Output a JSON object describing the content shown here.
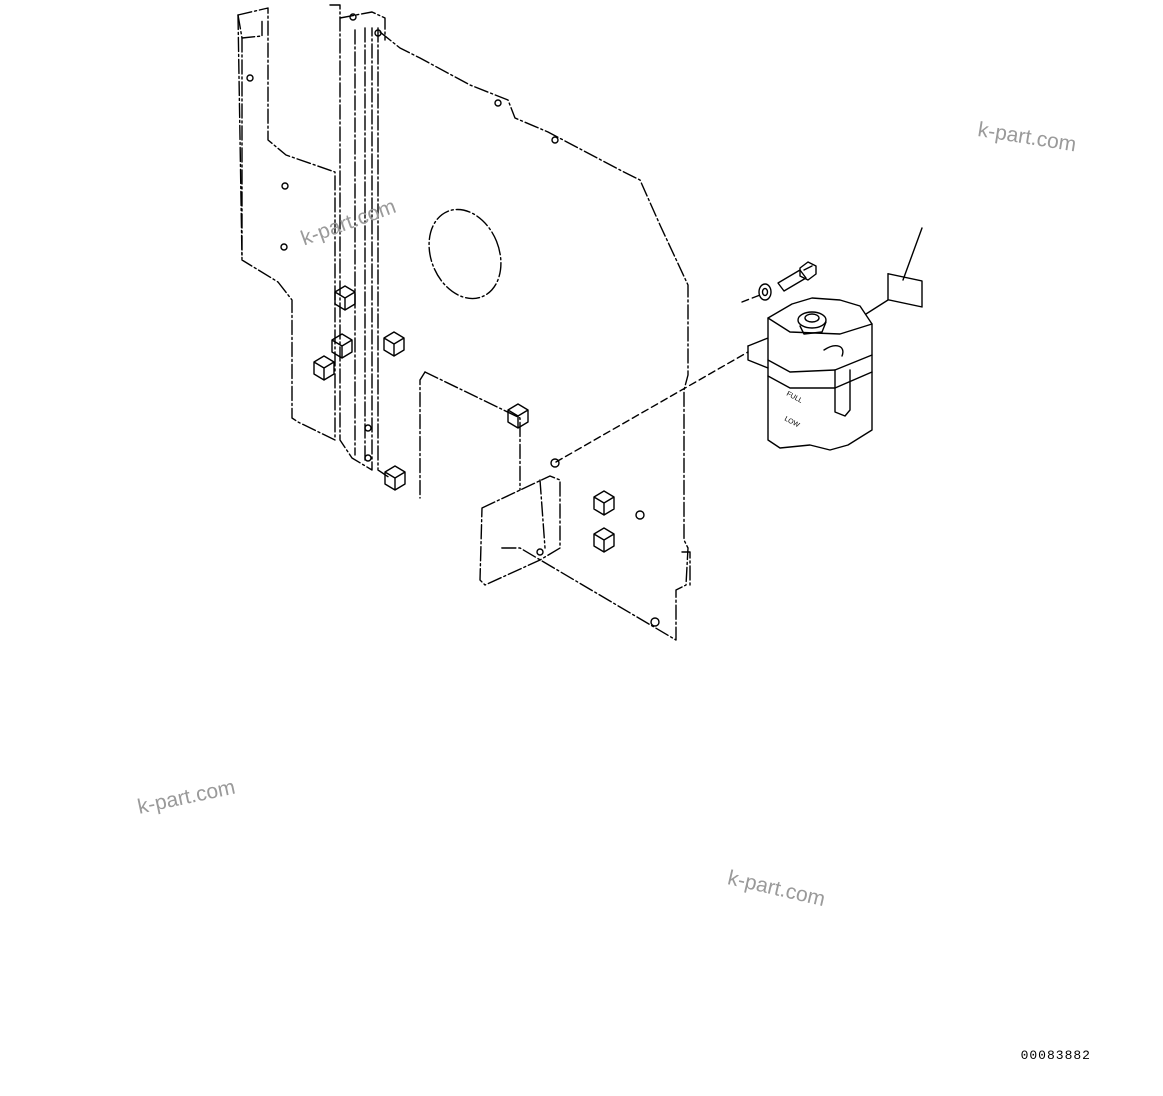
{
  "watermark": "k-part.com",
  "document_number": "00083882",
  "tank_labels": {
    "full": "FULL",
    "low": "LOW"
  }
}
